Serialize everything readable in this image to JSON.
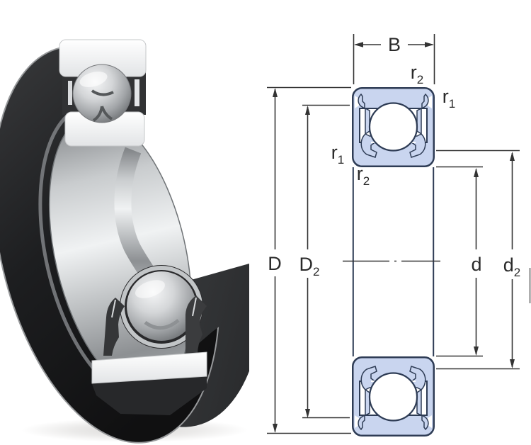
{
  "figure": {
    "description": "Sealed deep groove ball bearing: 3D cutaway render (left) and dimensional cross-section drawing (right)"
  },
  "diagram": {
    "labels": {
      "B": {
        "main": "B",
        "sub": ""
      },
      "r2_top": {
        "main": "r",
        "sub": "2"
      },
      "r1_top": {
        "main": "r",
        "sub": "1"
      },
      "r1_left": {
        "main": "r",
        "sub": "1"
      },
      "r2_left": {
        "main": "r",
        "sub": "2"
      },
      "D": {
        "main": "D",
        "sub": ""
      },
      "D2": {
        "main": "D",
        "sub": "2"
      },
      "d": {
        "main": "d",
        "sub": ""
      },
      "d2": {
        "main": "d",
        "sub": "2"
      }
    },
    "colors": {
      "section_fill": "#c9d5ef",
      "section_stroke": "#2e3c55",
      "dimension_line": "#333333",
      "background": "#ffffff"
    }
  }
}
